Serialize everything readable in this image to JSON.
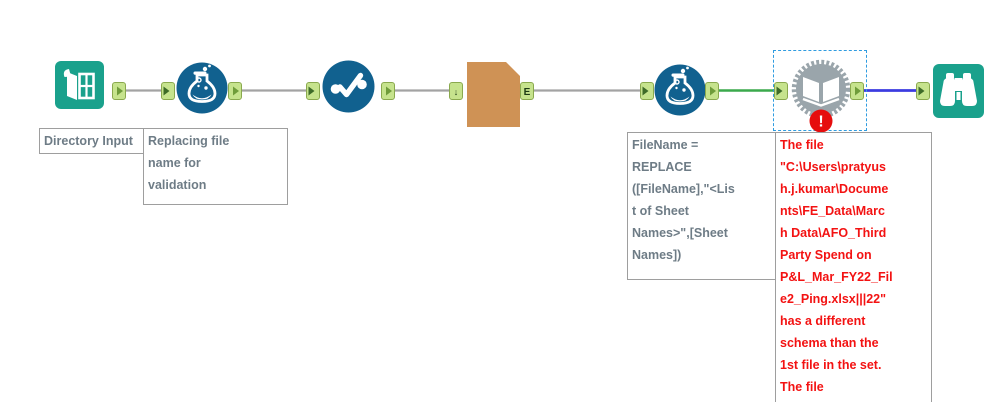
{
  "annotations": {
    "directory_input": "Directory Input",
    "formula1": "Replacing file\nname for\nvalidation",
    "formula2": "FileName =\nREPLACE\n([FileName],\"<Lis\nt of Sheet\nNames>\",[Sheet\nNames])",
    "error": "The file\n\"C:\\Users\\pratyus\nh.j.kumar\\Docume\nnts\\FE_Data\\Marc\nh Data\\AFO_Third\nParty Spend on\nP&L_Mar_FY22_Fil\ne2_Ping.xlsx|||22\"\nhas a different\nschema than the\n1st file in the set.\nThe file"
  },
  "anchors": {
    "macro_input_glyph": "↓",
    "macro_output_label": "E"
  },
  "badges": {
    "error_exclamation": "!"
  },
  "colors": {
    "tool_teal": "#1aa18c",
    "tool_blue": "#11618f",
    "tool_brown": "#cf9255",
    "tool_gray": "#9aa5ab",
    "anchor_fill": "#c6e38d",
    "anchor_stroke": "#8aa94e",
    "anchor_arrow_out": "#6f9c3a",
    "anchor_arrow_in": "#3e6b28",
    "wire_gray": "#a3a3a3",
    "wire_green": "#3aa94c",
    "wire_blue": "#3b3be0",
    "error_red": "#e60d0d",
    "annotation_text": "#6e7c86",
    "annotation_border": "#9e9e9e",
    "error_text": "#f31212",
    "selection_blue": "#2f9ce0",
    "icon_white": "#ffffff"
  }
}
